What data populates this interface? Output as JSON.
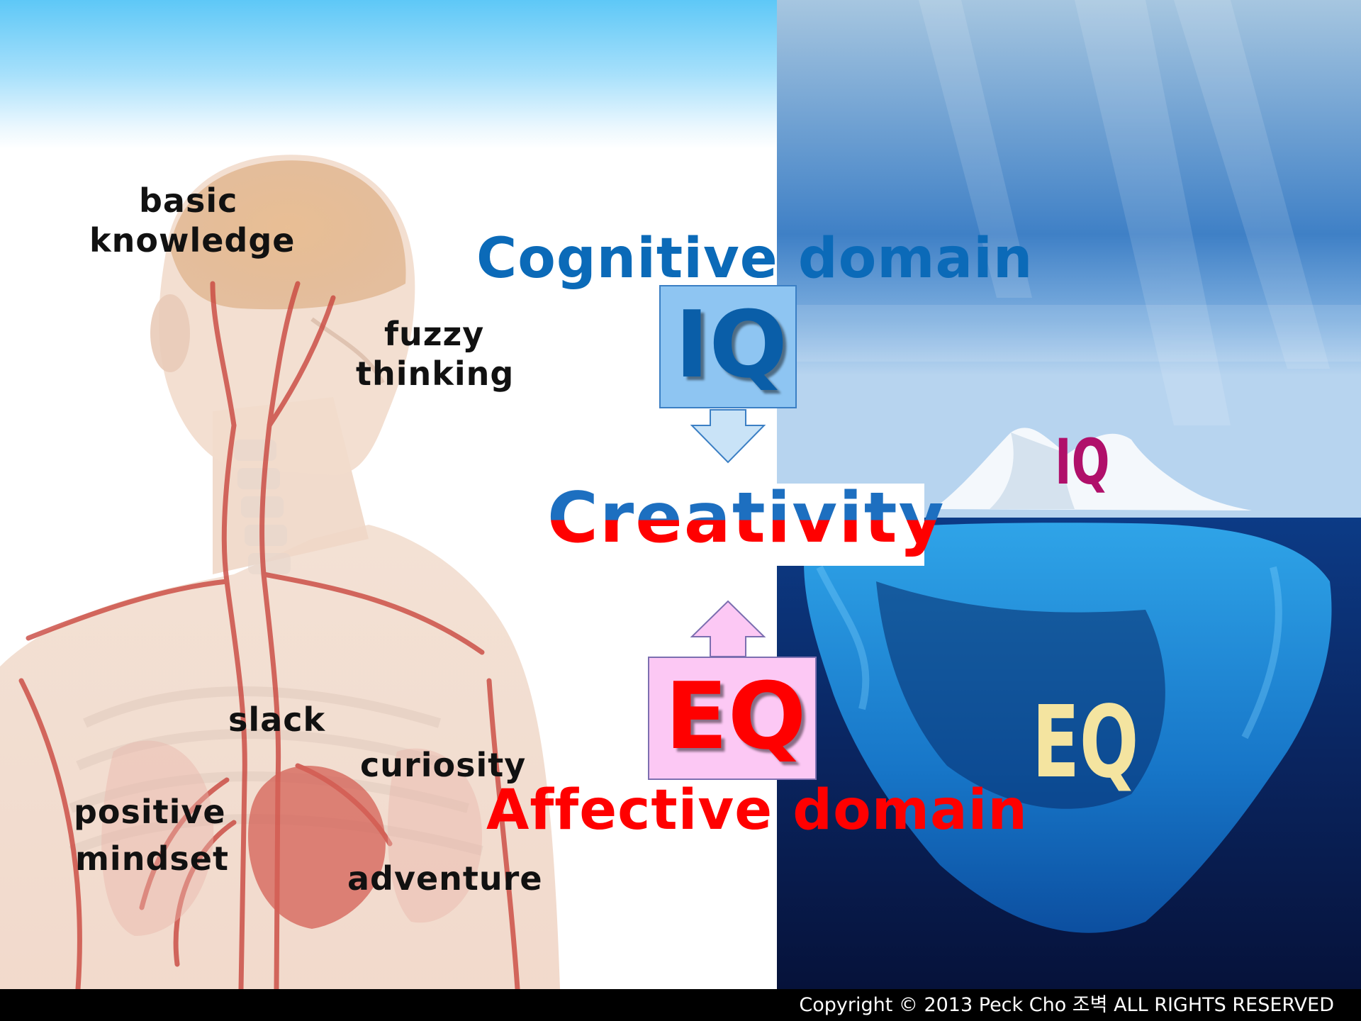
{
  "labels": {
    "basic_knowledge_1": "basic",
    "basic_knowledge_2": "knowledge",
    "fuzzy_thinking_1": "fuzzy",
    "fuzzy_thinking_2": "thinking",
    "slack": "slack",
    "curiosity": "curiosity",
    "positive_mindset_1": "positive",
    "positive_mindset_2": "mindset",
    "adventure": "adventure"
  },
  "center": {
    "cognitive": "Cognitive domain",
    "iq": "IQ",
    "creativity": "Creativity",
    "eq": "EQ",
    "affective": "Affective domain"
  },
  "iceberg": {
    "iq": "IQ",
    "eq": "EQ"
  },
  "footer": {
    "copyright": "Copyright © 2013 Peck Cho 조벽 ALL RIGHTS RESERVED"
  },
  "colors": {
    "cognitive": "#0b6ab8",
    "affective": "#ff0000",
    "iq_box": "#8ec5f2",
    "eq_box": "#fcc8f4",
    "sky_top": "#5ec8f7",
    "iceberg_iq_label": "#b0106a",
    "iceberg_eq_label": "#f4e4a0"
  },
  "icons": [
    "human-anatomy-illustration",
    "iceberg-illustration",
    "down-arrow",
    "up-arrow"
  ]
}
